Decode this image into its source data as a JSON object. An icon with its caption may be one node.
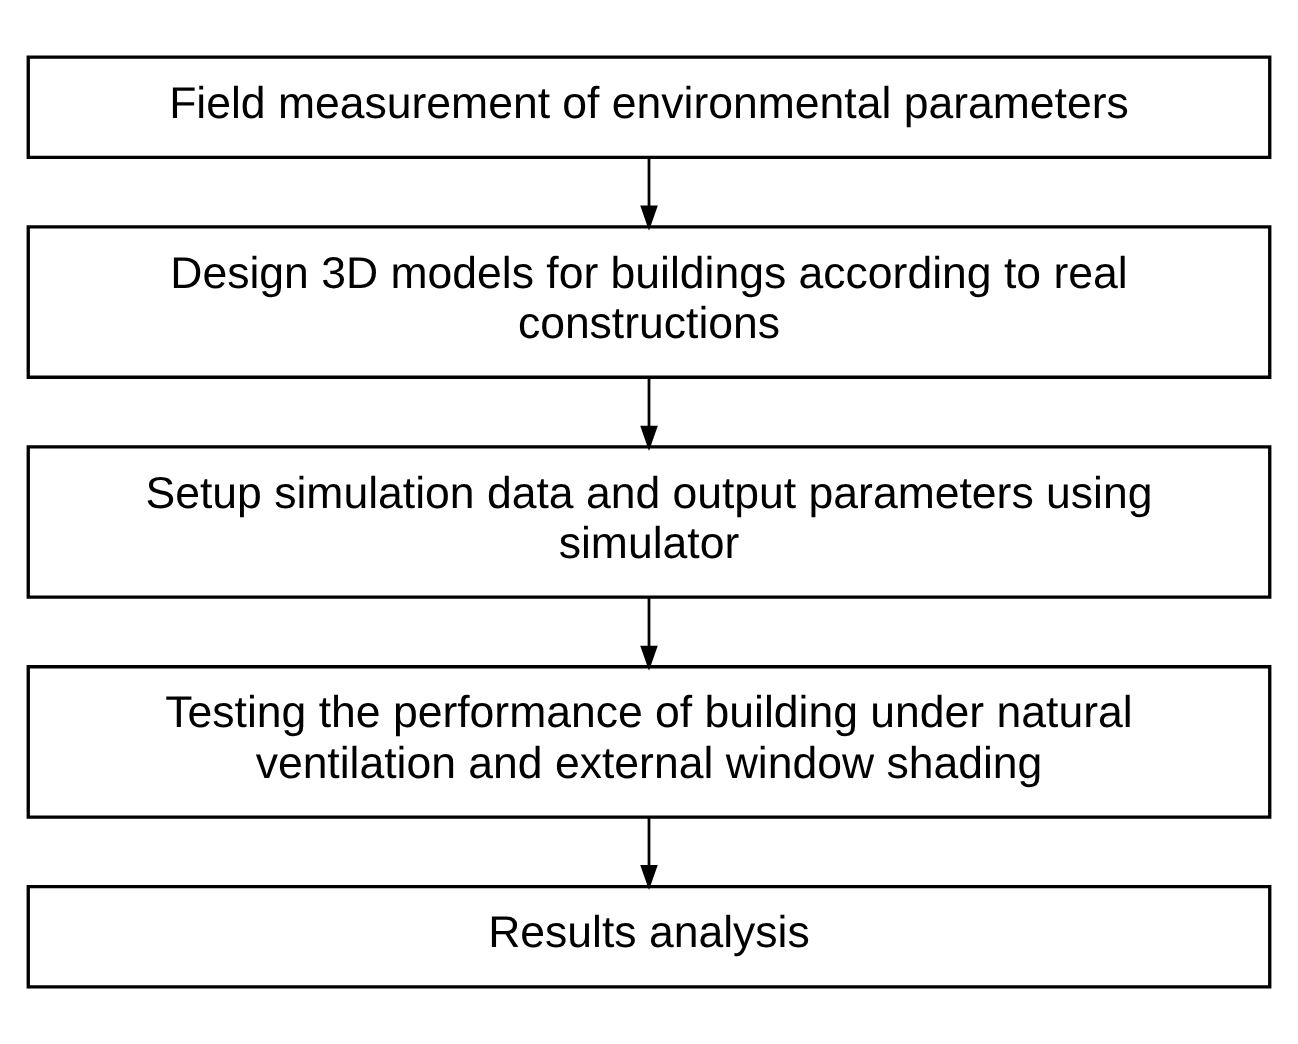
{
  "diagram": {
    "nodes": [
      {
        "text": [
          "Field measurement of environmental parameters"
        ]
      },
      {
        "text": [
          "Design 3D models for buildings according to real constructions"
        ]
      },
      {
        "text": [
          "Setup simulation data and output parameters using simulator"
        ]
      },
      {
        "text": [
          "Testing the performance of building under natural ventilation and external window shading"
        ]
      },
      {
        "text": [
          "Results analysis"
        ]
      }
    ],
    "edges": [
      {
        "from": 0,
        "to": 1,
        "arrow": "to"
      },
      {
        "from": 1,
        "to": 2,
        "arrow": "to"
      },
      {
        "from": 2,
        "to": 3,
        "arrow": "to"
      },
      {
        "from": 3,
        "to": 4,
        "arrow": "to"
      }
    ]
  }
}
